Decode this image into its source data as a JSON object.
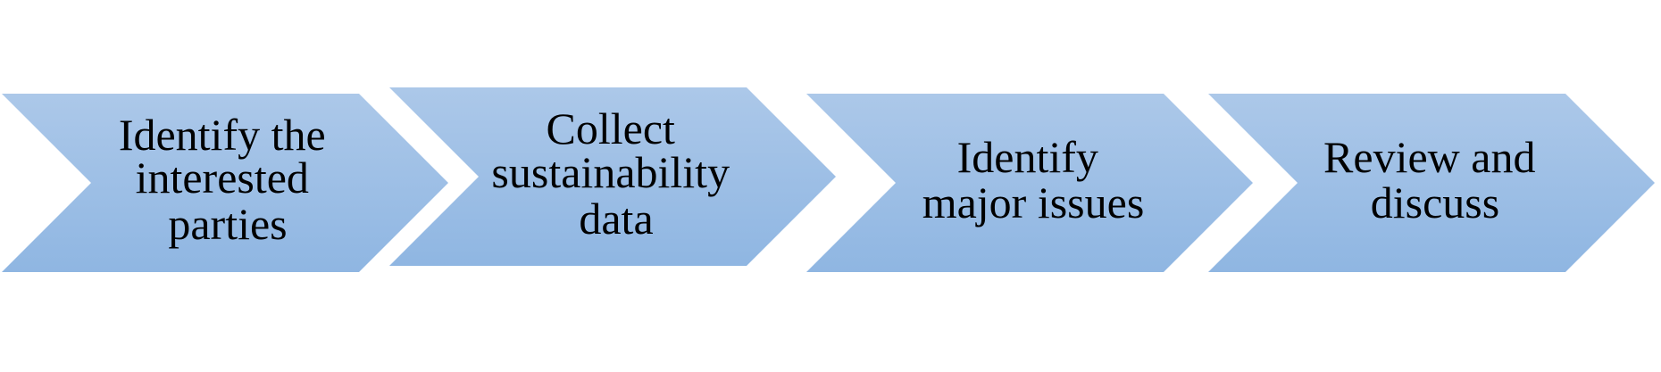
{
  "colors": {
    "chevron_top": "#acc8e9",
    "chevron_bottom": "#8fb6e2",
    "text": "#000000",
    "background": "#ffffff"
  },
  "steps": [
    {
      "lines": [
        "Identify the",
        "interested",
        "parties"
      ]
    },
    {
      "lines": [
        "Collect",
        "sustainability",
        "data"
      ]
    },
    {
      "lines": [
        "Identify",
        "major issues"
      ]
    },
    {
      "lines": [
        "Review and",
        "discuss"
      ]
    }
  ]
}
